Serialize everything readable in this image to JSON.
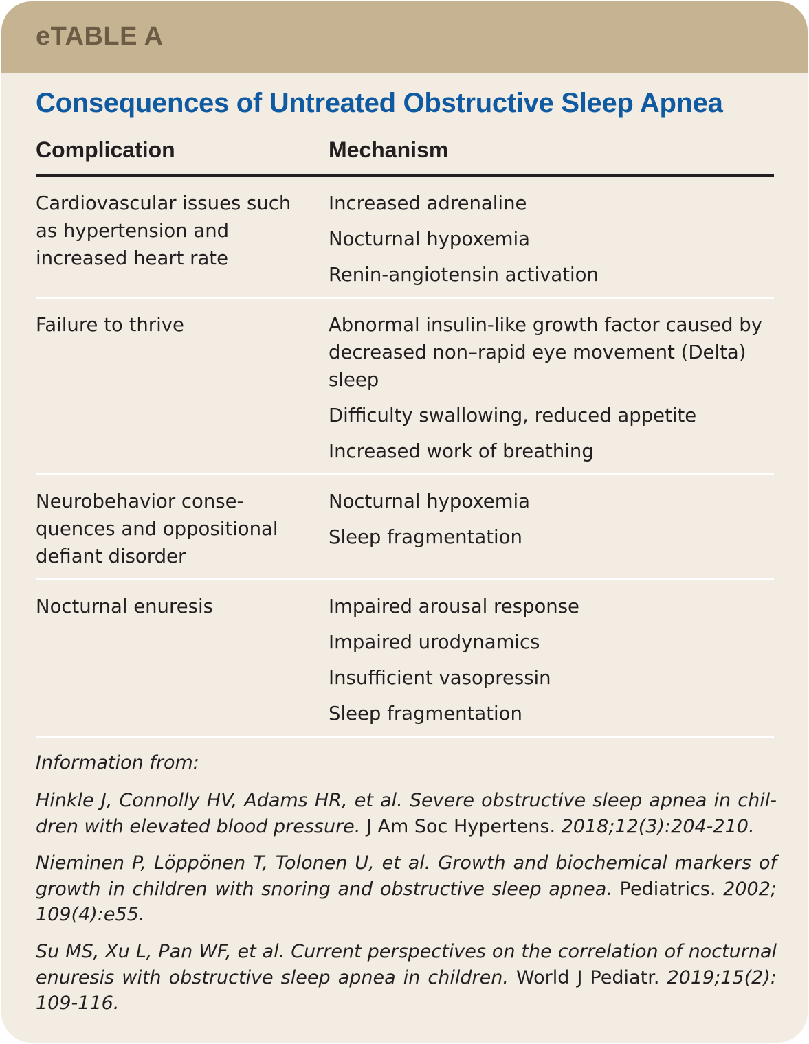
{
  "header": {
    "label": "eTABLE A"
  },
  "title": "Consequences of Untreated Obstructive Sleep Apnea",
  "columns": {
    "complication": "Complication",
    "mechanism": "Mechanism"
  },
  "rows": [
    {
      "complication": "Cardiovascular issues such as hypertension and increased heart rate",
      "mechanisms": [
        "Increased adrenaline",
        "Nocturnal hypoxemia",
        "Renin-angiotensin activation"
      ]
    },
    {
      "complication": "Failure to thrive",
      "mechanisms": [
        "Abnormal insulin-like growth factor caused by decreased non–rapid eye movement (Delta) sleep",
        "Difficulty swallowing, reduced appetite",
        "Increased work of breathing"
      ]
    },
    {
      "complication": "Neurobehavior conse-quences and oppositional defiant disorder",
      "mechanisms": [
        "Nocturnal hypoxemia",
        "Sleep fragmentation"
      ]
    },
    {
      "complication": "Nocturnal enuresis",
      "mechanisms": [
        "Impaired arousal response",
        "Impaired urodynamics",
        "Insufficient vasopressin",
        "Sleep fragmentation"
      ]
    }
  ],
  "footnotes": {
    "intro": "Information from:",
    "refs": [
      {
        "text": "Hinkle J, Connolly HV, Adams HR, et al. Severe obstructive sleep apnea in chil-dren with elevated blood pressure.",
        "journal": "J Am Soc Hypertens.",
        "cite": "2018;12(3):204-210."
      },
      {
        "text": "Nieminen P, Löppönen T, Tolonen U, et al. Growth and biochemical markers of growth in children with snoring and obstructive sleep apnea.",
        "journal": "Pediatrics.",
        "cite": "2002; 109(4):e55."
      },
      {
        "text": "Su MS, Xu L, Pan WF, et al. Current perspectives on the correlation of nocturnal enuresis with obstructive sleep apnea in children.",
        "journal": "World J Pediatr.",
        "cite": "2019;15(2): 109-116."
      }
    ]
  }
}
